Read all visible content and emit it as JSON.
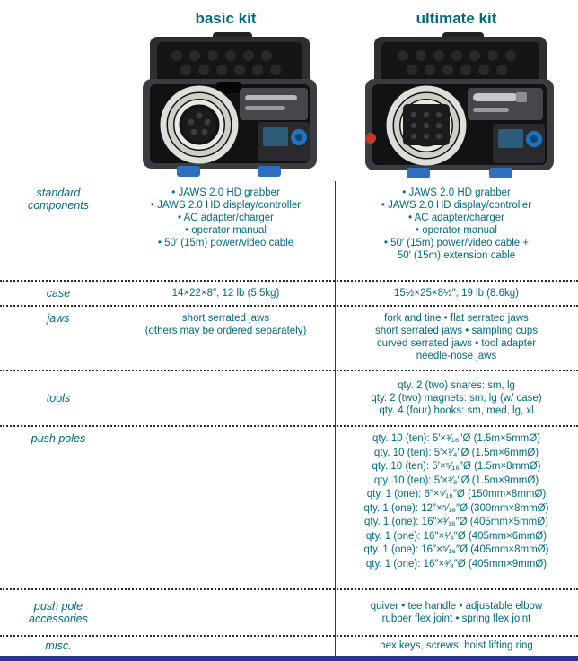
{
  "page": {
    "accent_color": "#006b80",
    "footer_bar_color": "#2e3192"
  },
  "header": {
    "basic_title": "basic kit",
    "ultimate_title": "ultimate kit"
  },
  "photos": {
    "basic_alt": "basic kit open carrying case with coiled cable and controller",
    "ultimate_alt": "ultimate kit open carrying case with coiled cable, tools and controller"
  },
  "rows": [
    {
      "label": "standard components",
      "basic": [
        "• JAWS 2.0 HD grabber",
        "• JAWS 2.0 HD display/controller",
        "• AC adapter/charger",
        "• operator manual",
        "• 50′ (15m) power/video cable"
      ],
      "ultimate": [
        "• JAWS 2.0 HD grabber",
        "• JAWS 2.0 HD display/controller",
        "• AC adapter/charger",
        "• operator manual",
        "• 50′ (15m) power/video cable +",
        "50′ (15m) extension cable"
      ]
    },
    {
      "label": "case",
      "basic": [
        "14×22×8″, 12 lb (5.5kg)"
      ],
      "ultimate": [
        "15½×25×8½″, 19 lb (8.6kg)"
      ]
    },
    {
      "label": "jaws",
      "basic": [
        "short serrated jaws",
        "(others may be ordered separately)"
      ],
      "ultimate": [
        "fork and tine • flat serrated jaws",
        "short serrated jaws • sampling cups",
        "curved serrated jaws • tool adapter",
        "needle-nose jaws"
      ]
    },
    {
      "label": "tools",
      "basic": [],
      "ultimate": [
        "qty. 2 (two) snares: sm, lg",
        "qty. 2 (two) magnets: sm, lg (w/ case)",
        "qty. 4 (four) hooks: sm, med, lg, xl"
      ]
    },
    {
      "label": "push poles",
      "basic": [],
      "ultimate": [
        "qty. 10 (ten): 5′×³⁄₁₆″Ø (1.5m×5mmØ)",
        "qty. 10 (ten): 5′×¹⁄₄″Ø (1.5m×6mmØ)",
        "qty. 10 (ten): 5′×⁵⁄₁₆″Ø (1.5m×8mmØ)",
        "qty. 10 (ten): 5′×³⁄₈″Ø (1.5m×9mmØ)",
        "qty. 1 (one): 6″×⁵⁄₁₆″Ø (150mm×8mmØ)",
        "qty. 1 (one): 12″×⁵⁄₁₆″Ø (300mm×8mmØ)",
        "qty. 1 (one): 16″×³⁄₁₆″Ø (405mm×5mmØ)",
        "qty. 1 (one): 16″×¹⁄₄″Ø (405mm×6mmØ)",
        "qty. 1 (one): 16″×⁵⁄₁₆″Ø (405mm×8mmØ)",
        "qty. 1 (one): 16″×³⁄₈″Ø (405mm×9mmØ)"
      ]
    },
    {
      "label": "push pole accessories",
      "basic": [],
      "ultimate": [
        "quiver • tee handle • adjustable elbow",
        "rubber flex joint • spring flex joint"
      ]
    },
    {
      "label": "misc.",
      "basic": [],
      "ultimate": [
        "hex keys, screws, hoist lifting ring"
      ]
    }
  ]
}
